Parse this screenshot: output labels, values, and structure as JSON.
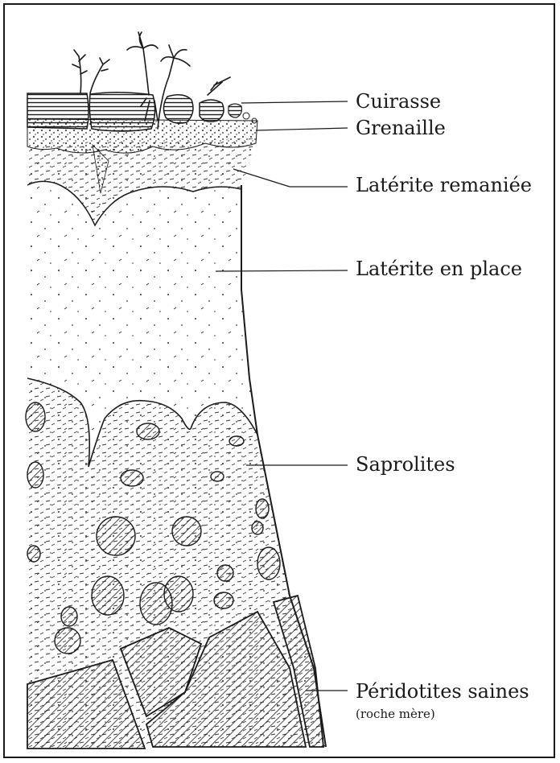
{
  "labels": {
    "cuirasse": "Cuirasse",
    "grenaille": "Grenaille",
    "laterite_remaniee": "Latérite remaniée",
    "laterite_en_place": "Latérite en place",
    "saprolites": "Saprolites",
    "peridotites_saines": "Péridotites saines",
    "roche_mere": "(roche mère)"
  },
  "colors": {
    "ink": "#1a1a1a",
    "background": "#ffffff"
  }
}
